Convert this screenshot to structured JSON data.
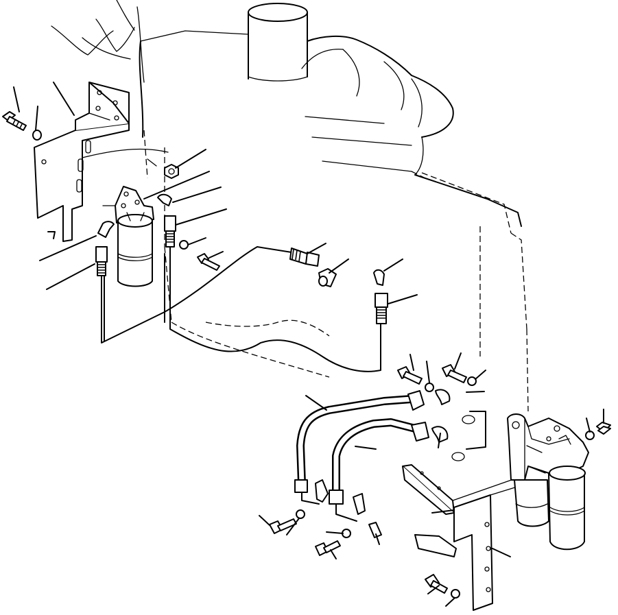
{
  "figure": {
    "components": [
      {
        "id": "engine",
        "name": "engine-block-outline-icon"
      },
      {
        "id": "filter-left",
        "name": "oil-filter-left-icon"
      },
      {
        "id": "filter-right",
        "name": "oil-filter-right-icon"
      },
      {
        "id": "bracket-left",
        "name": "mounting-bracket-left-icon"
      },
      {
        "id": "bracket-right",
        "name": "mounting-bracket-right-icon"
      },
      {
        "id": "hoses",
        "name": "hose-assembly-icon"
      },
      {
        "id": "fasteners",
        "name": "bolt-washer-set-icon"
      }
    ]
  }
}
